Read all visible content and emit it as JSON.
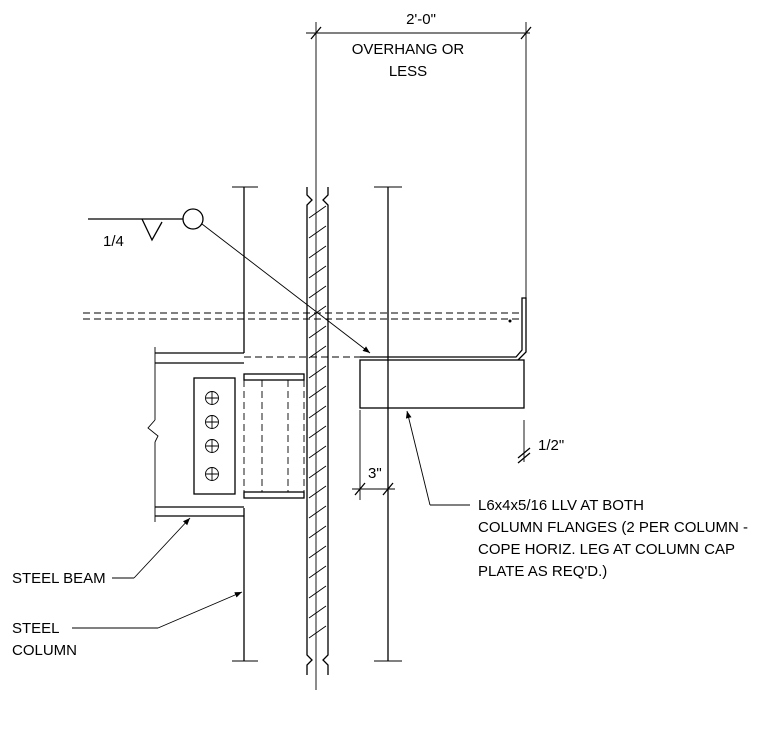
{
  "dimensions": {
    "overhang_value": "2'-0\"",
    "overhang_note_line1": "OVERHANG OR",
    "overhang_note_line2": "LESS",
    "gap": "3\"",
    "offset": "1/2\""
  },
  "weld": {
    "size": "1/4"
  },
  "labels": {
    "angle_line1": "L6x4x5/16 LLV AT BOTH",
    "angle_line2": "COLUMN FLANGES (2 PER COLUMN -",
    "angle_line3": "COPE HORIZ. LEG AT COLUMN CAP",
    "angle_line4": "PLATE AS REQ'D.)",
    "steel_beam": "STEEL BEAM",
    "steel_column_line1": "STEEL",
    "steel_column_line2": "COLUMN"
  }
}
